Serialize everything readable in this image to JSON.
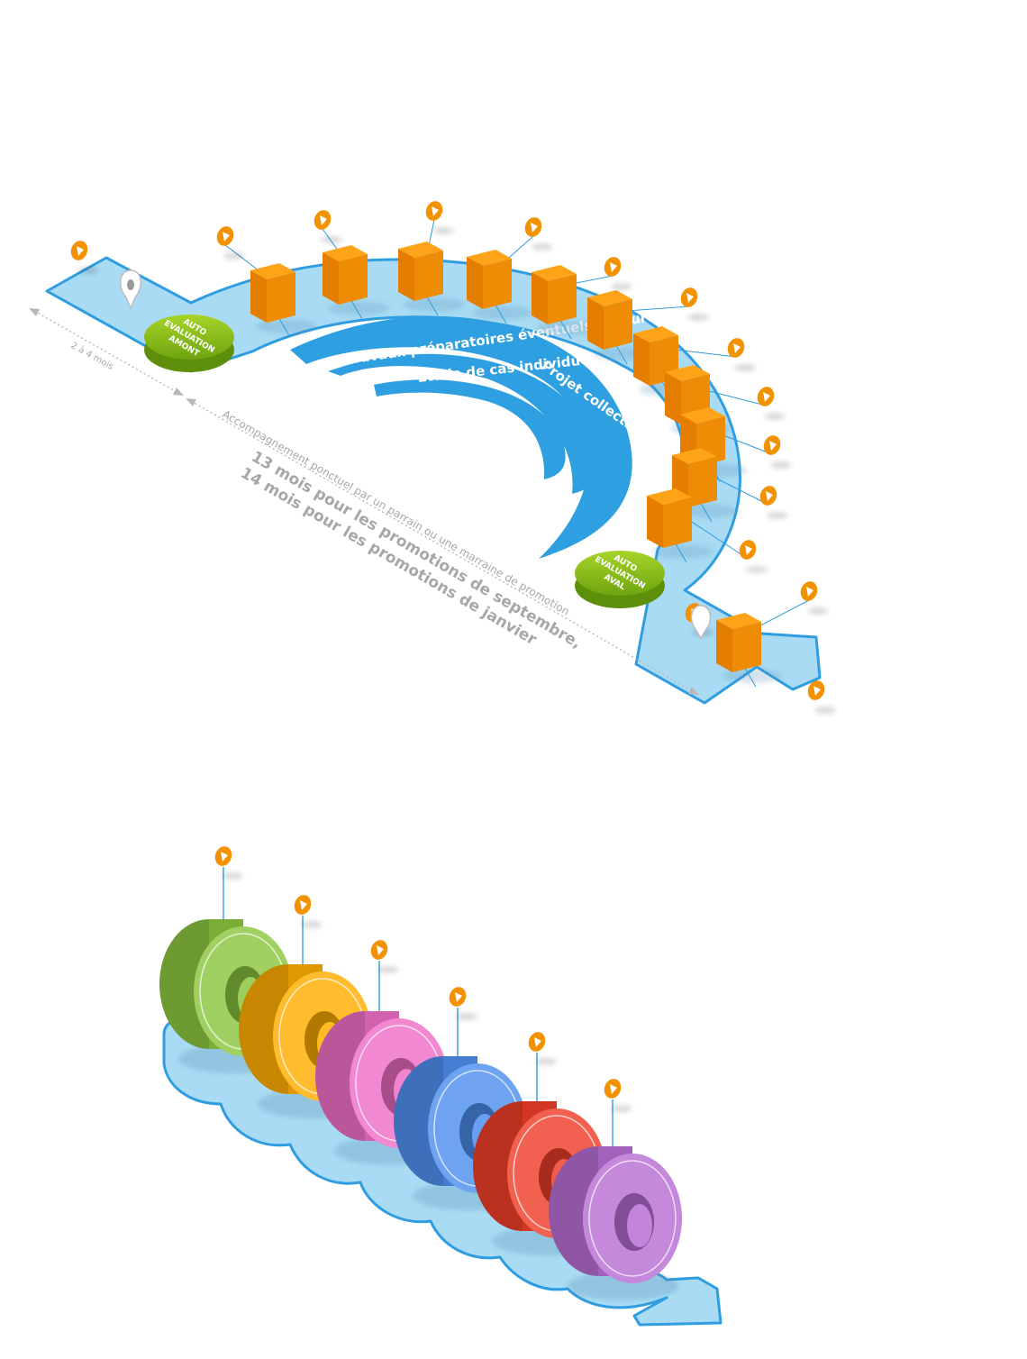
{
  "top": {
    "auto_amont": [
      "AUTO",
      "EVALUATION",
      "AMONT"
    ],
    "auto_aval": [
      "AUTO",
      "EVALUATION",
      "AVAL"
    ],
    "band_projet": "Projet collectif",
    "band_travaux": "Travaux préparatoires éventuels (lectures...)",
    "band_etude": "Etude de cas individuel",
    "duration_short": "2 à 4 mois",
    "accompagnement": "Accompagnement ponctuel par un parrain ou une marraine de promotion",
    "duration_sept": "13 mois pour les promotions de septembre,",
    "duration_jan": "14 mois pour les promotions de janvier"
  },
  "colors": {
    "path_fill": "#a9dcf4",
    "path_stroke": "#2f9de0",
    "band": "#2e9fe0",
    "cube_front": "#e57e00",
    "cube_side": "#ef8c05",
    "cube_top": "#ffa318",
    "pin": "#f39200",
    "pill_green": "#8ec21b",
    "ring_colors": [
      "#8cc63f",
      "#ffae00",
      "#ef6fc6",
      "#4f8ff0",
      "#ef3f2a",
      "#b96fd5"
    ]
  },
  "bottom": {
    "ring_count": 6
  }
}
